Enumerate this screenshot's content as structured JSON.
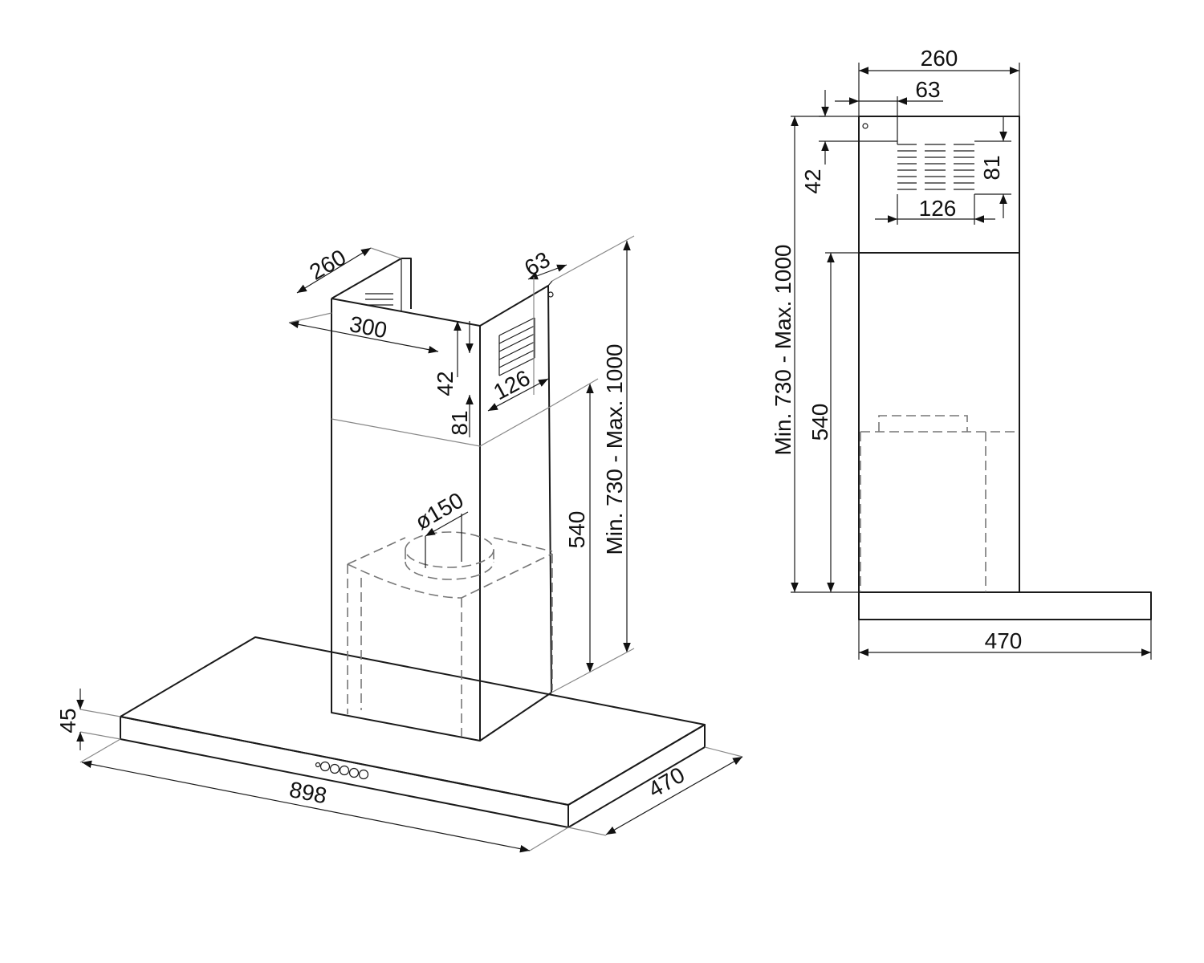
{
  "diagram": {
    "iso": {
      "chimney_width": "260",
      "chimney_depth": "300",
      "outlet_offset": "63",
      "outlet_top": "42",
      "outlet_height": "81",
      "outlet_width": "126",
      "duct_diameter": "ø150",
      "lower_chimney": "540",
      "total_height": "Min.  730 - Max.  1000",
      "canopy_thickness": "45",
      "canopy_width": "898",
      "canopy_depth": "470"
    },
    "side": {
      "chimney_width": "260",
      "outlet_offset": "63",
      "outlet_top": "42",
      "outlet_height": "81",
      "outlet_width": "126",
      "total_height": "Min.  730 - Max.  1000",
      "lower_chimney": "540",
      "canopy_depth": "470"
    }
  }
}
